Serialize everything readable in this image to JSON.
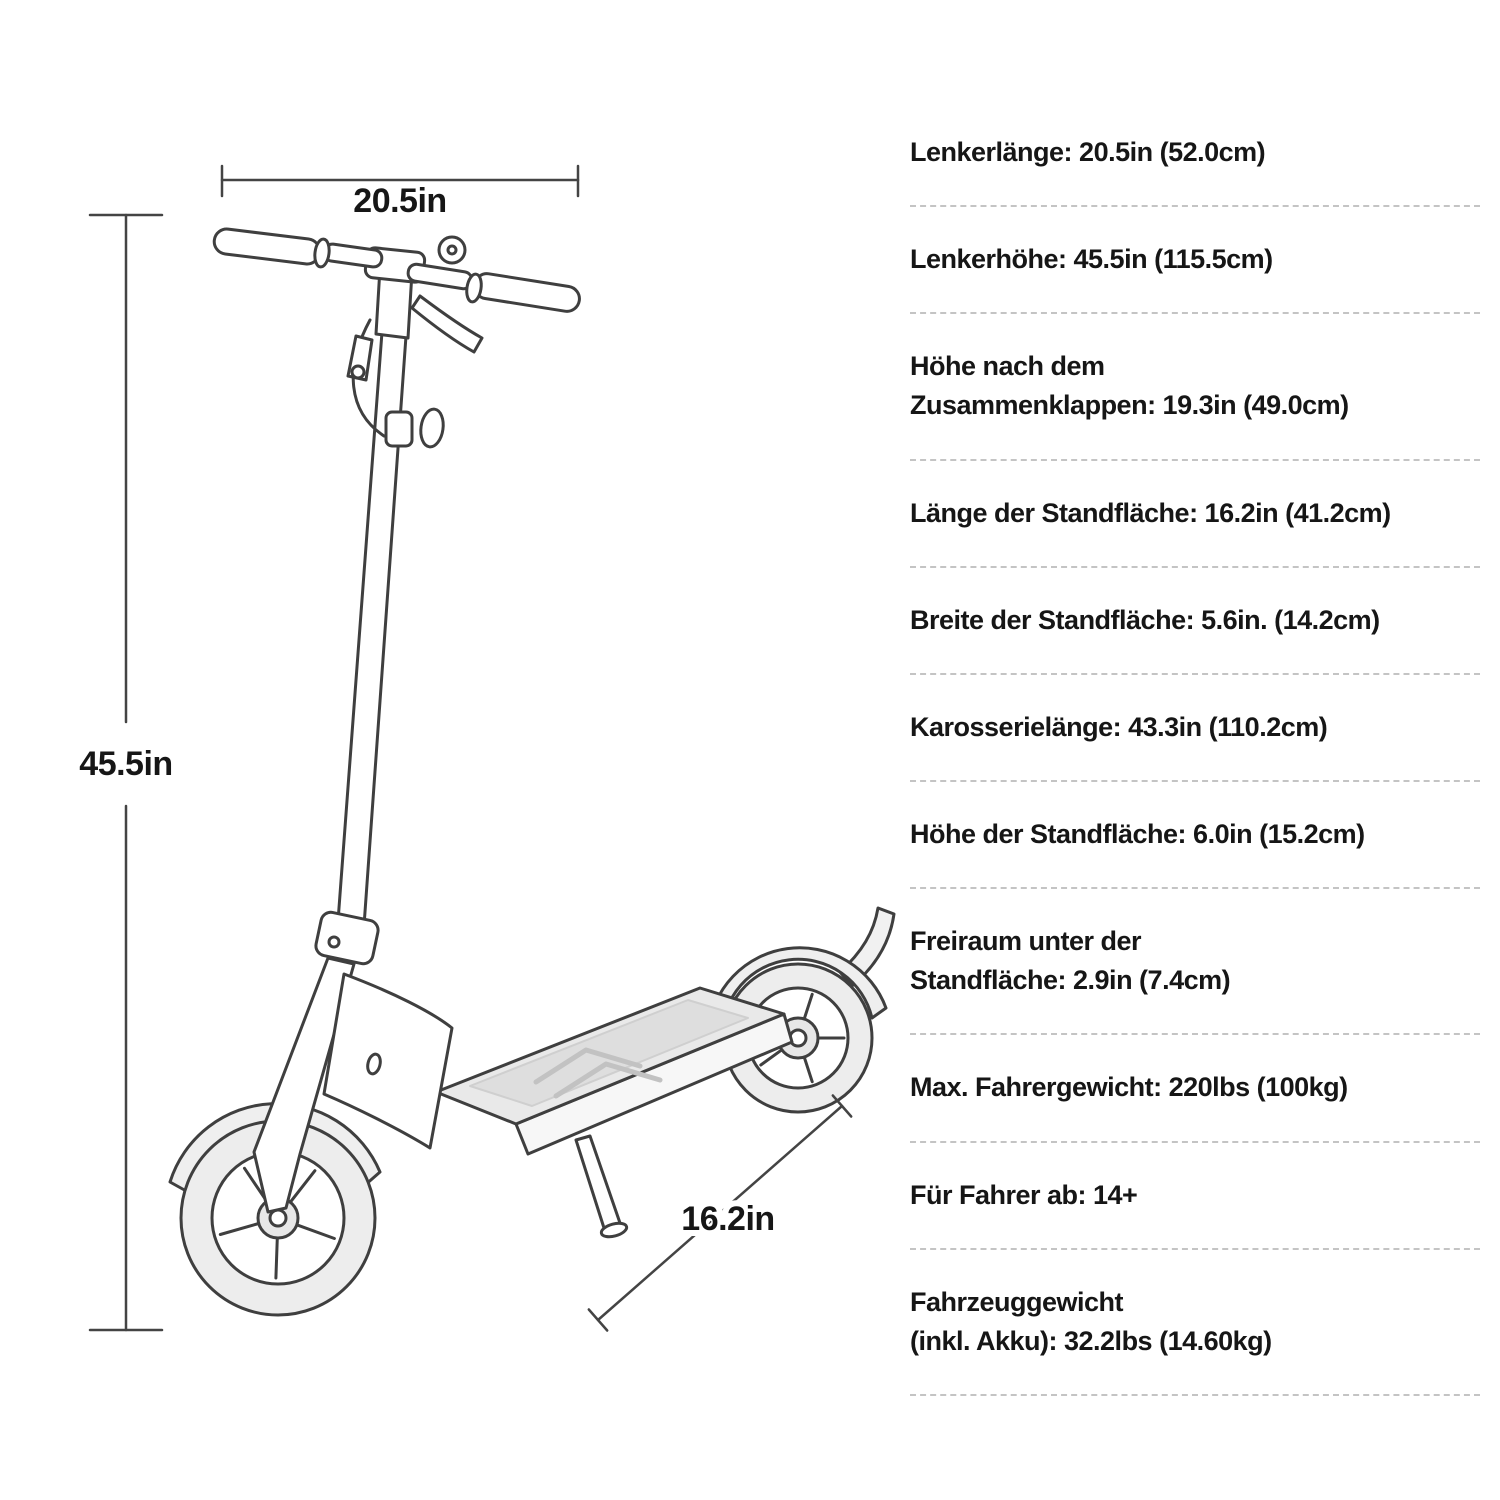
{
  "diagram": {
    "illustration": "electric-scooter-line-drawing",
    "dimensions": {
      "handlebar_width": "20.5in",
      "overall_height": "45.5in",
      "deck_length": "16.2in"
    }
  },
  "specs": {
    "items": [
      {
        "text": "Lenkerlänge: 20.5in (52.0cm)"
      },
      {
        "text": "Lenkerhöhe: 45.5in (115.5cm)"
      },
      {
        "text": "Höhe nach dem\nZusammenklappen: 19.3in (49.0cm)"
      },
      {
        "text": "Länge der Standfläche: 16.2in (41.2cm)"
      },
      {
        "text": "Breite der Standfläche: 5.6in. (14.2cm)"
      },
      {
        "text": "Karosserielänge: 43.3in (110.2cm)"
      },
      {
        "text": "Höhe der Standfläche: 6.0in (15.2cm)"
      },
      {
        "text": "Freiraum unter der\nStandfläche: 2.9in (7.4cm)"
      },
      {
        "text": "Max. Fahrergewicht: 220lbs (100kg)"
      },
      {
        "text": "Für Fahrer ab: 14+"
      },
      {
        "text": "Fahrzeuggewicht\n(inkl. Akku): 32.2lbs (14.60kg)"
      }
    ]
  },
  "colors": {
    "text": "#161616",
    "line_art": "#3f3f3f",
    "separator": "#c4c4c4",
    "shade_light": "#ededed"
  }
}
